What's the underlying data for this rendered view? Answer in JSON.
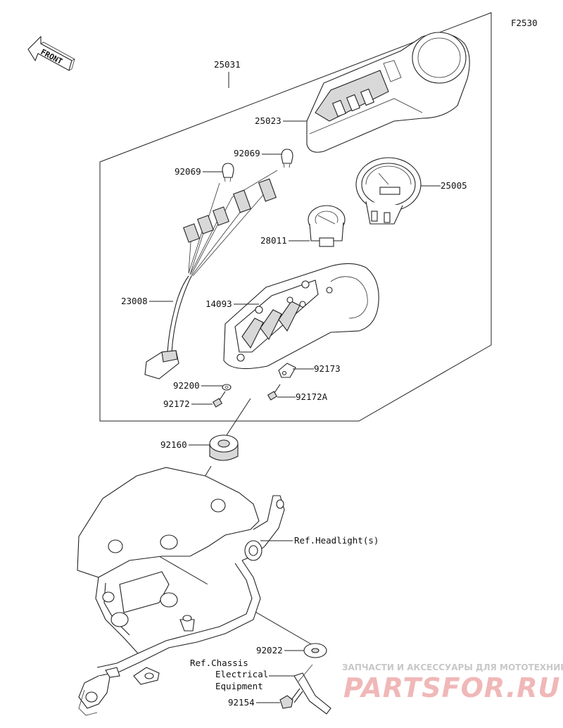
{
  "figure_code": "F2530",
  "front_arrow_label": "FRONT",
  "callouts": [
    {
      "id": "25031",
      "text": "25031"
    },
    {
      "id": "25023",
      "text": "25023"
    },
    {
      "id": "92069a",
      "text": "92069"
    },
    {
      "id": "92069b",
      "text": "92069"
    },
    {
      "id": "25005",
      "text": "25005"
    },
    {
      "id": "28011",
      "text": "28011"
    },
    {
      "id": "23008",
      "text": "23008"
    },
    {
      "id": "14093",
      "text": "14093"
    },
    {
      "id": "92173",
      "text": "92173"
    },
    {
      "id": "92200",
      "text": "92200"
    },
    {
      "id": "92172",
      "text": "92172"
    },
    {
      "id": "92172A",
      "text": "92172A"
    },
    {
      "id": "92160",
      "text": "92160"
    },
    {
      "id": "ref_headlight",
      "text": "Ref.Headlight(s)"
    },
    {
      "id": "92022",
      "text": "92022"
    },
    {
      "id": "ref_chassis_1",
      "text": "Ref.Chassis"
    },
    {
      "id": "ref_chassis_2",
      "text": "Electrical"
    },
    {
      "id": "ref_chassis_3",
      "text": "Equipment"
    },
    {
      "id": "92154",
      "text": "92154"
    }
  ],
  "watermark": {
    "subtitle": "ЗАПЧАСТИ И АКСЕССУАРЫ ДЛЯ МОТОТЕХНИКИ",
    "brand": "PARTSFOR.RU"
  }
}
